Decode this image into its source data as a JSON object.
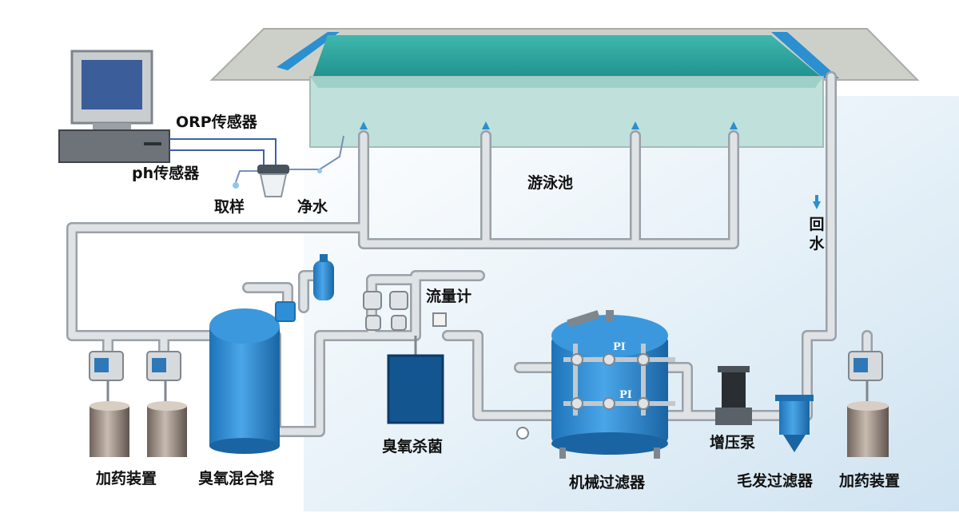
{
  "labels": {
    "orp_sensor": "ORP传感器",
    "ph_sensor": "ph传感器",
    "sampling": "取样",
    "clean_water": "净水",
    "pool": "游泳池",
    "return_water": "回水",
    "flowmeter": "流量计",
    "dosing_left": "加药装置",
    "ozone_mixing_tower": "臭氧混合塔",
    "ozone_sterilization": "臭氧杀菌",
    "mechanical_filter": "机械过滤器",
    "booster_pump": "增压泵",
    "hair_filter": "毛发过滤器",
    "dosing_right": "加药装置",
    "gauge_marks": [
      "PI",
      "PI"
    ]
  },
  "colors": {
    "pipe": "#cfd4d8",
    "pipe_edge": "#9aa1a8",
    "pool_water": "#2aa5a0",
    "pool_wall": "#b9dcd6",
    "deck": "#c9ccc5",
    "tank_blue": "#2f8fd6",
    "tank_dark": "#1d6fb0",
    "sky": "#dcebf6"
  }
}
